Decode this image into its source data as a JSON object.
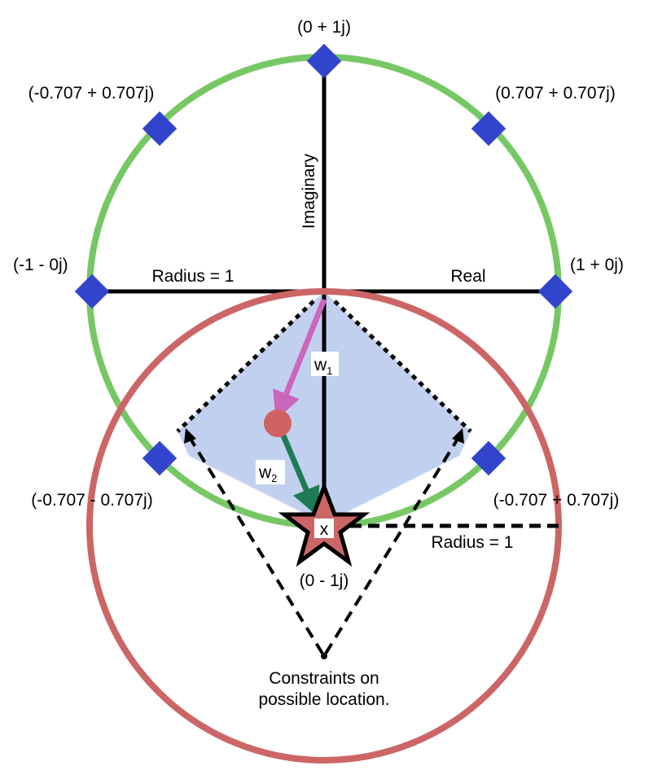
{
  "labels": {
    "top": "(0 + 1j)",
    "top_left": "(-0.707 + 0.707j)",
    "top_right": "(0.707 + 0.707j)",
    "left": "(-1 - 0j)",
    "right": "(1 + 0j)",
    "bottom_left": "(-0.707 - 0.707j)",
    "bottom_right": "(-0.707 + 0.707j)",
    "bottom": "(0 - 1j)",
    "radius_left": "Radius = 1",
    "radius_right": "Radius = 1",
    "real_axis": "Real",
    "imag_axis": "Imaginary",
    "star_mark": "x",
    "w1_letter": "w",
    "w1_sub": "1",
    "w2_letter": "w",
    "w2_sub": "2",
    "constraint_line1": "Constraints on",
    "constraint_line2": "possible location."
  },
  "colors": {
    "unit_circle": "#77c865",
    "constraint_circle": "#cc6666",
    "constellation_point": "#3344cc",
    "region_fill": "#c2d0f0",
    "arrow_w1": "#cc66bb",
    "arrow_w2": "#1e7a55",
    "star_fill": "#cc6666",
    "intermediate_point": "#d06262",
    "axis": "#000000"
  }
}
